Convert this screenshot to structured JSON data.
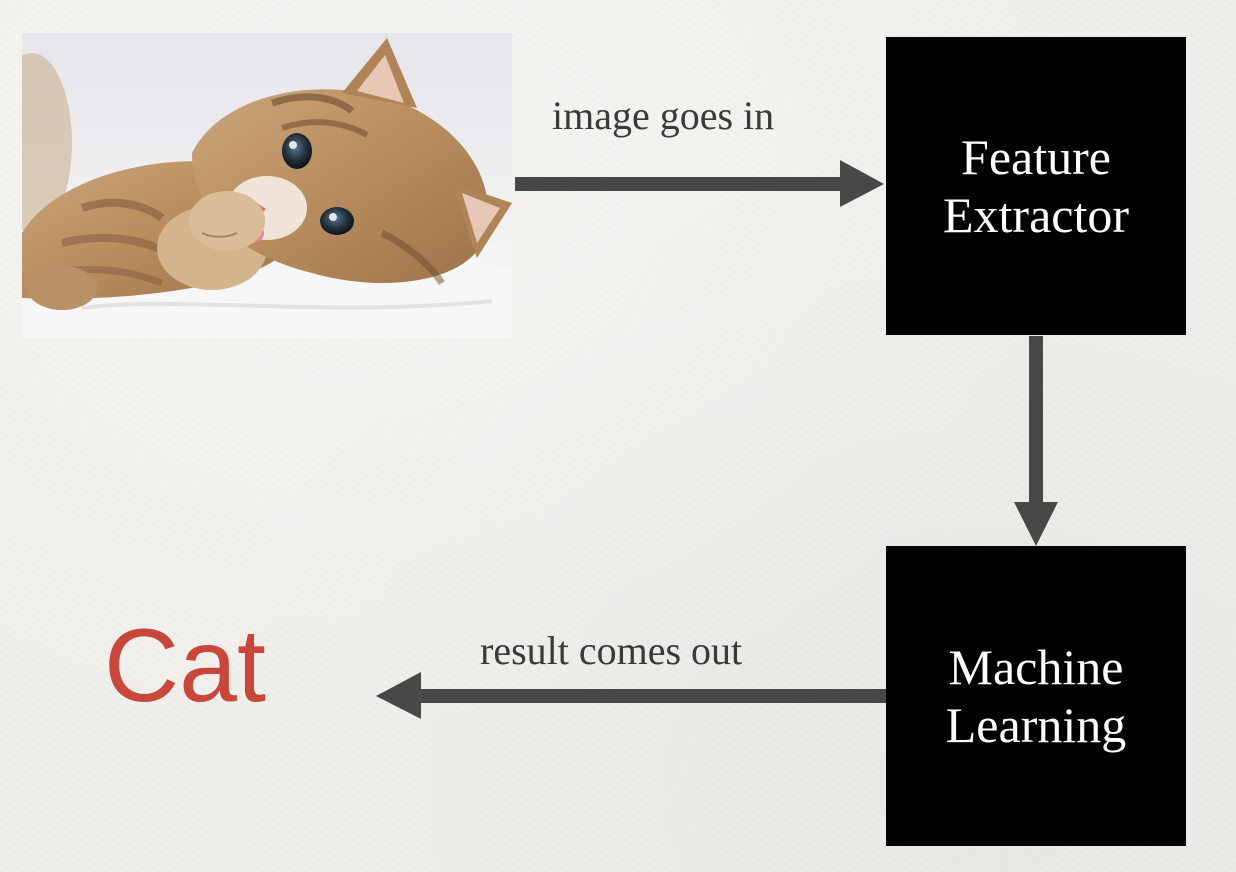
{
  "photo": {
    "subject": "kitten"
  },
  "arrow_in": {
    "label": "image goes in"
  },
  "feature_extractor": {
    "line1": "Feature",
    "line2": "Extractor"
  },
  "machine_learning": {
    "line1": "Machine",
    "line2": "Learning"
  },
  "arrow_out": {
    "label": "result comes out"
  },
  "result": {
    "text": "Cat"
  },
  "colors": {
    "background": "#f1efeb",
    "box": "#000000",
    "box_text": "#ffffff",
    "arrow": "#484848",
    "label": "#3a3a3a",
    "result": "#c8463a"
  }
}
